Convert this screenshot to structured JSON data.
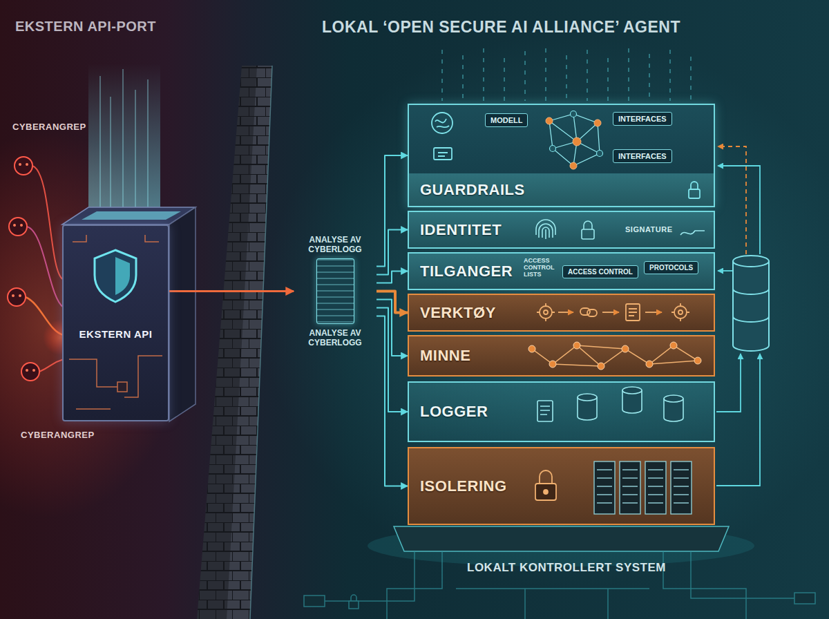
{
  "diagram": {
    "nodes": [
      {
        "text": [
          "EKSTERN API"
        ]
      },
      {
        "text": [
          "ANALYSE AV CYBERLOGG",
          "ANALYSE AV CYBERLOGG"
        ]
      },
      {
        "text": [
          "GUARDRAILS"
        ]
      },
      {
        "text": [
          "MODELL"
        ],
        "in": 2
      },
      {
        "text": [
          "INTERFACES"
        ],
        "in": 2
      },
      {
        "text": [
          "INTERFACES"
        ],
        "in": 2
      },
      {
        "text": [
          "IDENTITET"
        ]
      },
      {
        "text": [
          "TILGANGER"
        ]
      },
      {
        "text": [
          "ACCESS CONTROL"
        ],
        "in": 7
      },
      {
        "text": [
          "PROTOCOLS"
        ],
        "in": 7
      },
      {
        "text": [
          "VERKTØY"
        ]
      },
      {
        "text": [
          "MINNE"
        ]
      },
      {
        "text": [
          "LOGGER"
        ]
      },
      {
        "text": [
          "ISOLERING"
        ]
      }
    ],
    "edges": [
      {
        "from": 0,
        "to": 1,
        "arrow": "to"
      },
      {
        "from": 1,
        "to": 2,
        "arrow": "to"
      },
      {
        "from": 1,
        "to": 6,
        "arrow": "to"
      },
      {
        "from": 1,
        "to": 7,
        "arrow": "to"
      },
      {
        "from": 1,
        "to": 10,
        "arrow": "to"
      },
      {
        "from": 1,
        "to": 11,
        "arrow": "to"
      },
      {
        "from": 1,
        "to": 12,
        "arrow": "to"
      },
      {
        "from": 1,
        "to": 13,
        "arrow": "to"
      }
    ],
    "labels": [
      "EKSTERN API-PORT",
      "LOKAL ‘OPEN SECURE AI ALLIANCE’ AGENT",
      "CYBERANGREP",
      "CYBERANGREP",
      "SIGNATURE",
      "ACCESS CONTROL LISTS",
      "LOKALT KONTROLLERT SYSTEM"
    ]
  }
}
